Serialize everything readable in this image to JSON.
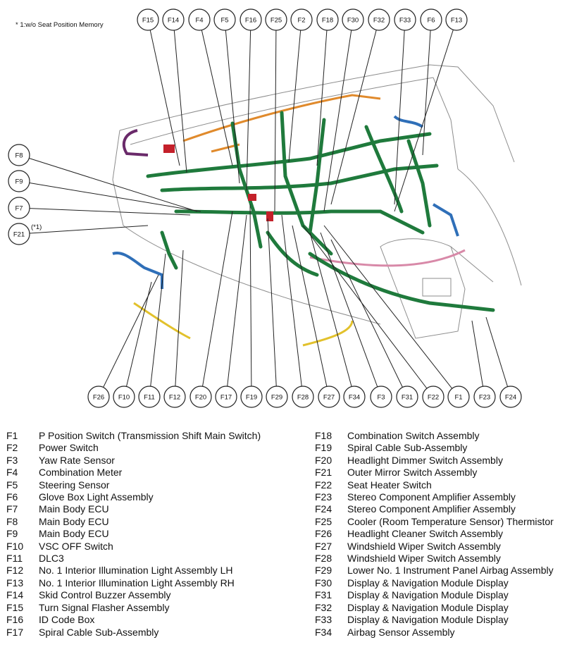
{
  "note": "* 1:w/o Seat Position Memory",
  "callout_note": "(*1)",
  "callouts": {
    "top": [
      "F15",
      "F14",
      "F4",
      "F5",
      "F16",
      "F25",
      "F2",
      "F18",
      "F30",
      "F32",
      "F33",
      "F6",
      "F13"
    ],
    "left": [
      "F8",
      "F9",
      "F7",
      "F21"
    ],
    "bottom": [
      "F26",
      "F10",
      "F11",
      "F12",
      "F20",
      "F17",
      "F19",
      "F29",
      "F28",
      "F27",
      "F34",
      "F3",
      "F31",
      "F22",
      "F1",
      "F23",
      "F24"
    ]
  },
  "colors": {
    "harness_green": "#1f7a3c",
    "harness_orange": "#e08a2c",
    "harness_blue": "#2f6fb8",
    "harness_yellow": "#e2c12c",
    "harness_purple": "#6a2a6a",
    "harness_pink": "#d889a8",
    "harness_red": "#c4202a",
    "body_line": "#8d8d8d"
  },
  "legend_left": [
    {
      "code": "F1",
      "label": "P Position Switch (Transmission Shift Main Switch)"
    },
    {
      "code": "F2",
      "label": "Power Switch"
    },
    {
      "code": "F3",
      "label": "Yaw Rate Sensor"
    },
    {
      "code": "F4",
      "label": "Combination Meter"
    },
    {
      "code": "F5",
      "label": "Steering Sensor"
    },
    {
      "code": "F6",
      "label": "Glove Box Light Assembly"
    },
    {
      "code": "F7",
      "label": "Main Body ECU"
    },
    {
      "code": "F8",
      "label": "Main Body ECU"
    },
    {
      "code": "F9",
      "label": "Main Body ECU"
    },
    {
      "code": "F10",
      "label": "VSC OFF Switch"
    },
    {
      "code": "F11",
      "label": "DLC3"
    },
    {
      "code": "F12",
      "label": "No. 1 Interior Illumination Light Assembly LH"
    },
    {
      "code": "F13",
      "label": "No. 1 Interior Illumination Light Assembly RH"
    },
    {
      "code": "F14",
      "label": "Skid Control Buzzer Assembly"
    },
    {
      "code": "F15",
      "label": "Turn Signal Flasher Assembly"
    },
    {
      "code": "F16",
      "label": "ID Code Box"
    },
    {
      "code": "F17",
      "label": "Spiral Cable Sub-Assembly"
    }
  ],
  "legend_right": [
    {
      "code": "F18",
      "label": "Combination Switch Assembly"
    },
    {
      "code": "F19",
      "label": "Spiral Cable Sub-Assembly"
    },
    {
      "code": "F20",
      "label": "Headlight Dimmer Switch Assembly"
    },
    {
      "code": "F21",
      "label": "Outer Mirror Switch Assembly"
    },
    {
      "code": "F22",
      "label": "Seat Heater Switch"
    },
    {
      "code": "F23",
      "label": "Stereo Component Amplifier Assembly"
    },
    {
      "code": "F24",
      "label": "Stereo Component Amplifier Assembly"
    },
    {
      "code": "F25",
      "label": "Cooler (Room Temperature Sensor) Thermistor"
    },
    {
      "code": "F26",
      "label": "Headlight Cleaner Switch Assembly"
    },
    {
      "code": "F27",
      "label": "Windshield Wiper Switch Assembly"
    },
    {
      "code": "F28",
      "label": "Windshield Wiper Switch Assembly"
    },
    {
      "code": "F29",
      "label": "Lower No. 1 Instrument Panel Airbag Assembly"
    },
    {
      "code": "F30",
      "label": "Display & Navigation Module Display"
    },
    {
      "code": "F31",
      "label": "Display & Navigation Module Display"
    },
    {
      "code": "F32",
      "label": "Display & Navigation Module Display"
    },
    {
      "code": "F33",
      "label": "Display & Navigation Module Display"
    },
    {
      "code": "F34",
      "label": "Airbag Sensor Assembly"
    }
  ]
}
